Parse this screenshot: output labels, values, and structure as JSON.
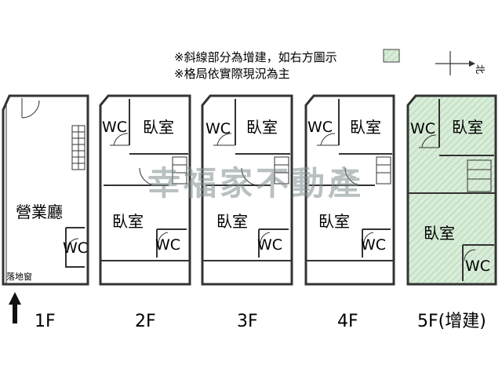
{
  "notes": {
    "line1": "※斜線部分為增建，如右方圖示",
    "line2": "※格局依實際現況為主"
  },
  "compass": {
    "label": "北"
  },
  "watermark": {
    "text": "幸福家不動產"
  },
  "floors": [
    {
      "id": "1F",
      "label": "1F",
      "rooms": {
        "main": "營業廳",
        "wc": "WC",
        "window": "落地窗"
      }
    },
    {
      "id": "2F",
      "label": "2F",
      "rooms": {
        "wc": "WC",
        "bed_front": "臥室",
        "bed_rear": "臥室",
        "wc2": "WC"
      }
    },
    {
      "id": "3F",
      "label": "3F",
      "rooms": {
        "wc": "WC",
        "bed_front": "臥室",
        "bed_rear": "臥室",
        "wc2": "WC"
      }
    },
    {
      "id": "4F",
      "label": "4F",
      "rooms": {
        "wc": "WC",
        "bed_front": "臥室",
        "bed_rear": "臥室",
        "wc2": "WC"
      }
    },
    {
      "id": "5F",
      "label": "5F(增建)",
      "rooms": {
        "wc": "WC",
        "bed_front": "臥室",
        "bed_rear": "臥室",
        "wc2": "WC"
      }
    }
  ],
  "colors": {
    "wall": "#333333",
    "addition_fill": "#d9ecd9",
    "hatch": "#9fcf9f",
    "watermark": "#7f8c8f"
  }
}
